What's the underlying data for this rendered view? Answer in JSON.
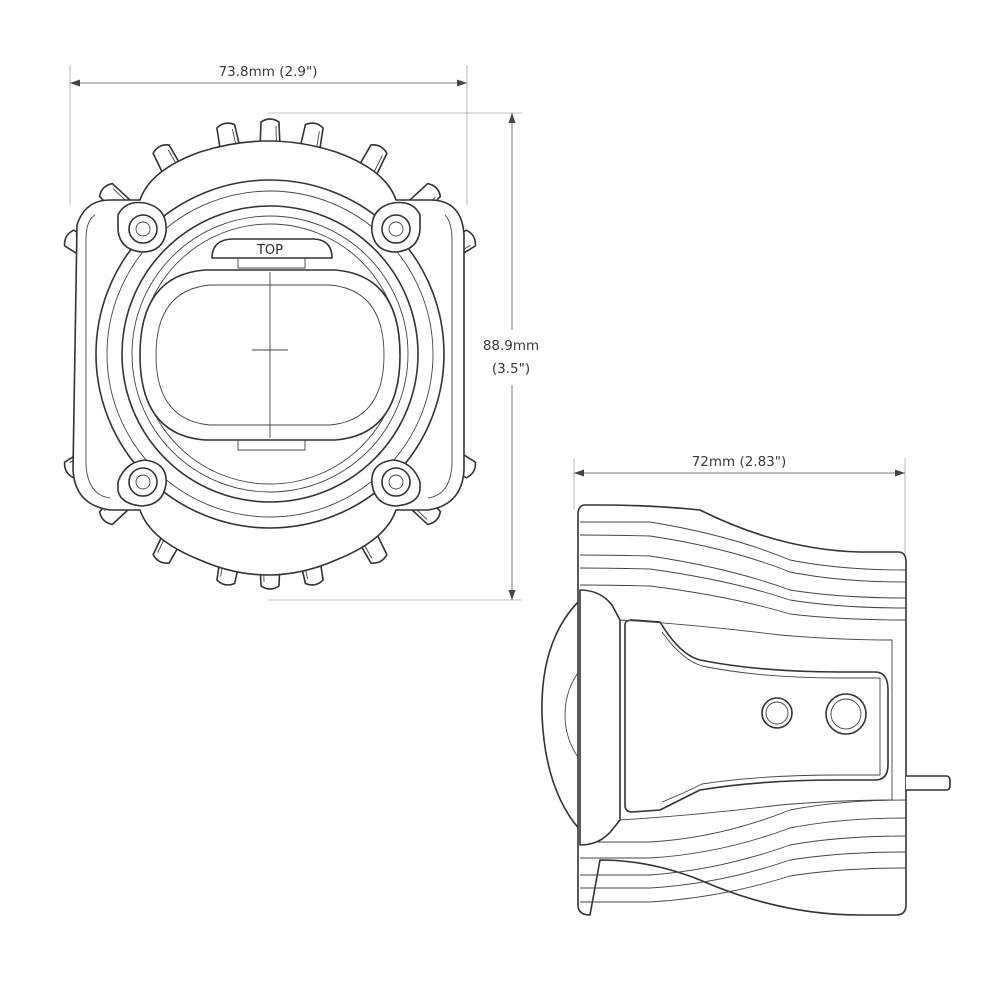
{
  "dimensions": {
    "front_width": "73.8mm (2.9\")",
    "front_height_mm": "88.9mm",
    "front_height_in": "(3.5\")",
    "side_depth": "72mm (2.83\")"
  },
  "front_view": {
    "top_label": "TOP"
  },
  "colors": {
    "line": "#333333",
    "dimension": "#555555",
    "background": "#ffffff"
  }
}
